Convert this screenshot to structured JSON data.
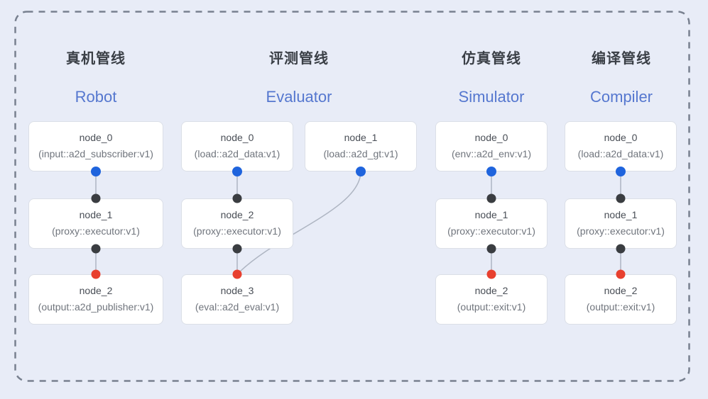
{
  "diagram": {
    "columns": [
      {
        "id": "robot",
        "title_zh": "真机管线",
        "title_en": "Robot",
        "nodes": [
          {
            "name": "node_0",
            "desc": "(input::a2d_subscriber:v1)"
          },
          {
            "name": "node_1",
            "desc": "(proxy::executor:v1)"
          },
          {
            "name": "node_2",
            "desc": "(output::a2d_publisher:v1)"
          }
        ]
      },
      {
        "id": "evaluator",
        "title_zh": "评测管线",
        "title_en": "Evaluator",
        "nodes": [
          {
            "name": "node_0",
            "desc": "(load::a2d_data:v1)"
          },
          {
            "name": "node_1",
            "desc": "(load::a2d_gt:v1)"
          },
          {
            "name": "node_2",
            "desc": "(proxy::executor:v1)"
          },
          {
            "name": "node_3",
            "desc": "(eval::a2d_eval:v1)"
          }
        ]
      },
      {
        "id": "simulator",
        "title_zh": "仿真管线",
        "title_en": "Simulator",
        "nodes": [
          {
            "name": "node_0",
            "desc": "(env::a2d_env:v1)"
          },
          {
            "name": "node_1",
            "desc": "(proxy::executor:v1)"
          },
          {
            "name": "node_2",
            "desc": "(output::exit:v1)"
          }
        ]
      },
      {
        "id": "compiler",
        "title_zh": "编译管线",
        "title_en": "Compiler",
        "nodes": [
          {
            "name": "node_0",
            "desc": "(load::a2d_data:v1)"
          },
          {
            "name": "node_1",
            "desc": "(proxy::executor:v1)"
          },
          {
            "name": "node_2",
            "desc": "(output::exit:v1)"
          }
        ]
      }
    ],
    "connections": [
      {
        "from": "robot.node_0",
        "to": "robot.node_1"
      },
      {
        "from": "robot.node_1",
        "to": "robot.node_2"
      },
      {
        "from": "evaluator.node_0",
        "to": "evaluator.node_2"
      },
      {
        "from": "evaluator.node_1",
        "to": "evaluator.node_3"
      },
      {
        "from": "evaluator.node_2",
        "to": "evaluator.node_3"
      },
      {
        "from": "simulator.node_0",
        "to": "simulator.node_1"
      },
      {
        "from": "simulator.node_1",
        "to": "simulator.node_2"
      },
      {
        "from": "compiler.node_0",
        "to": "compiler.node_1"
      },
      {
        "from": "compiler.node_1",
        "to": "compiler.node_2"
      }
    ],
    "colors": {
      "background": "#e8ecf7",
      "frame_dash": "#78808f",
      "node_border": "#dbdfe7",
      "connector_line": "#aeb5c2",
      "title_en": "#5577cf",
      "port_blue": "#1f64dd",
      "port_black": "#3a3d41",
      "port_red": "#e8402f"
    }
  }
}
